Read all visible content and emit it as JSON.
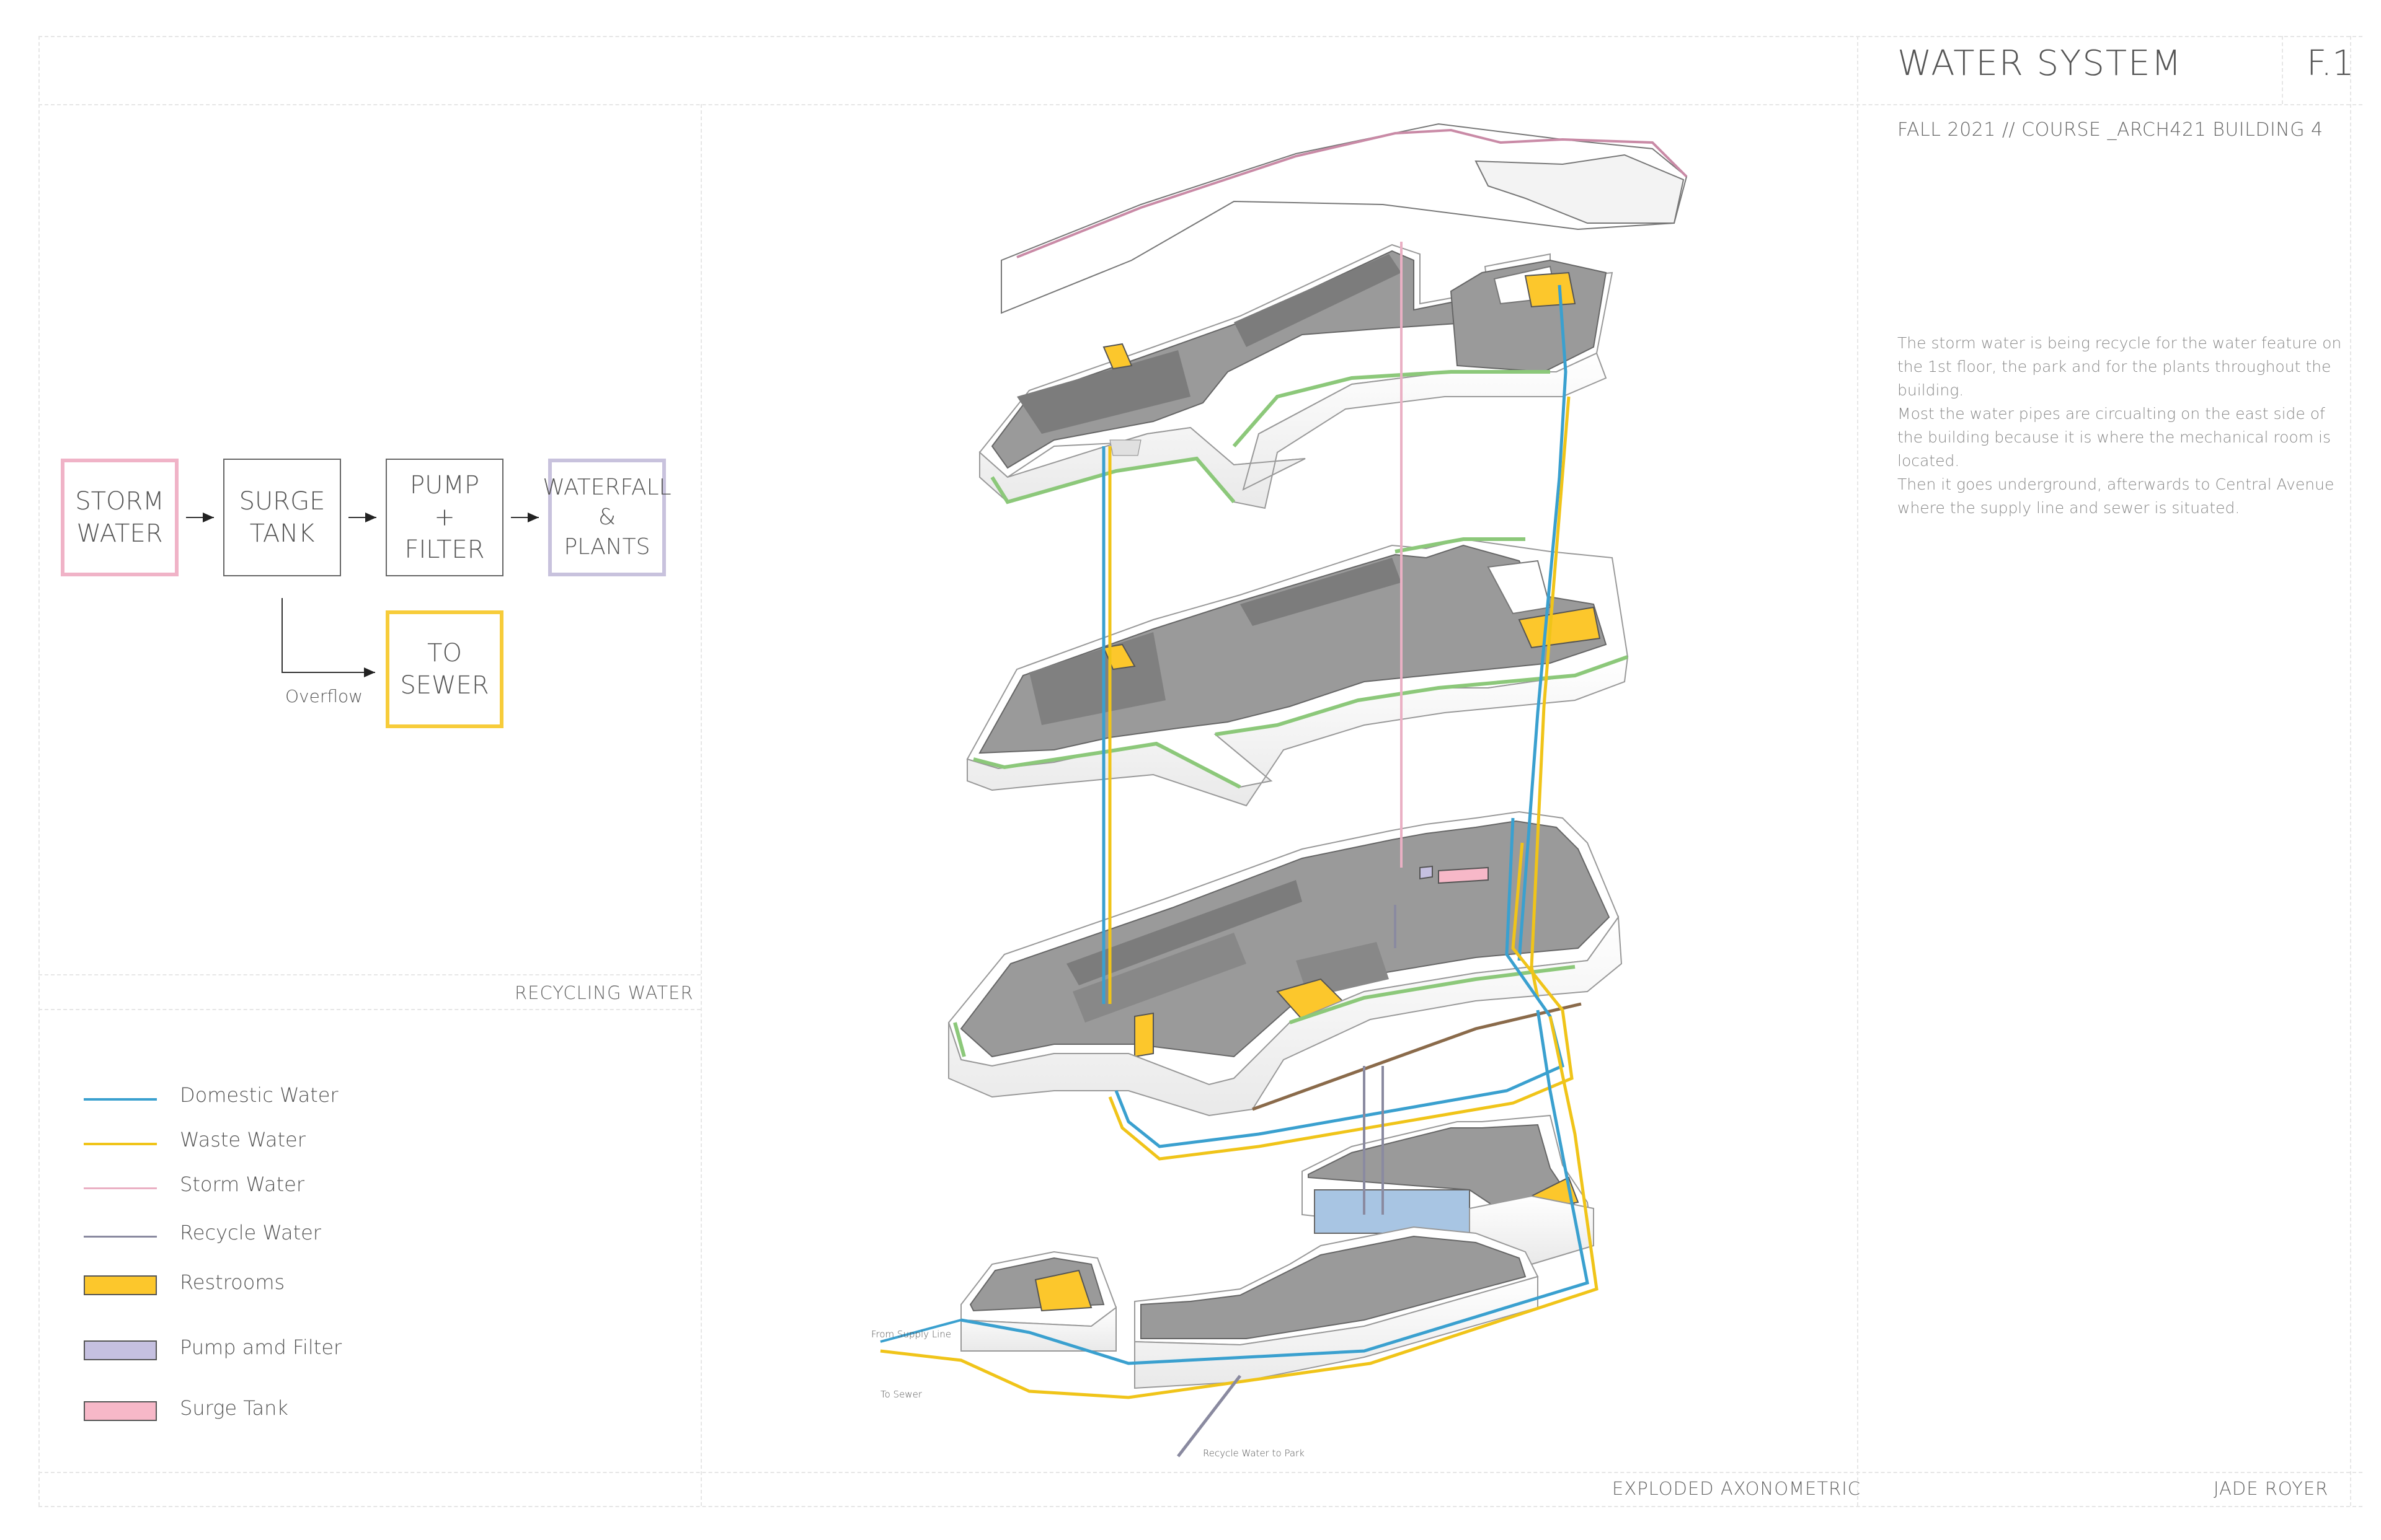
{
  "header": {
    "title": "WATER SYSTEM",
    "sheet_number": "F.1",
    "subtitle": "FALL 2021 // COURSE _ARCH421 BUILDING 4"
  },
  "description": [
    "The storm water is being recycle for the water feature on the 1st floor, the park and for the plants throughout the building.",
    "Most the water pipes are circualting on the east side of the building because it is where the mechanical room is located.",
    "Then it goes underground, afterwards to Central Avenue where the supply line and sewer is situated."
  ],
  "flow": {
    "storm_line1": "STORM",
    "storm_line2": "WATER",
    "surge_line1": "SURGE",
    "surge_line2": "TANK",
    "pump_line1": "PUMP",
    "pump_line2": "+",
    "pump_line3": "FILTER",
    "waterfall_line1": "WATERFALL",
    "waterfall_line2": "&",
    "waterfall_line3": "PLANTS",
    "sewer_line1": "TO",
    "sewer_line2": "SEWER",
    "overflow": "Overflow"
  },
  "panel_labels": {
    "recycling": "RECYCLING WATER",
    "exploded": "EXPLODED AXONOMETRIC",
    "author": "JADE ROYER"
  },
  "legend": [
    {
      "label": "Domestic Water",
      "kind": "line",
      "color": "#3aa0cf"
    },
    {
      "label": "Waste Water",
      "kind": "line",
      "color": "#f0c419"
    },
    {
      "label": "Storm Water",
      "kind": "line",
      "color": "#eab0c4"
    },
    {
      "label": "Recycle Water",
      "kind": "line",
      "color": "#8a8aa0"
    },
    {
      "label": "Restrooms",
      "kind": "swatch",
      "color": "#fcc72c"
    },
    {
      "label": "Pump amd Filter",
      "kind": "swatch",
      "color": "#c5c0e0"
    },
    {
      "label": "Surge Tank",
      "kind": "swatch",
      "color": "#f7b8c8"
    }
  ],
  "annotations": {
    "supply": "From Supply Line",
    "sewer": "To Sewer",
    "park": "Recycle Water to Park"
  },
  "colors": {
    "domestic": "#3aa0cf",
    "waste": "#f0c419",
    "storm": "#eab0c4",
    "recycle": "#8a8aa0",
    "restroom": "#fcc72c",
    "pump": "#c5c0e0",
    "surge": "#f7b8c8",
    "green_roof": "#8cc87a"
  }
}
